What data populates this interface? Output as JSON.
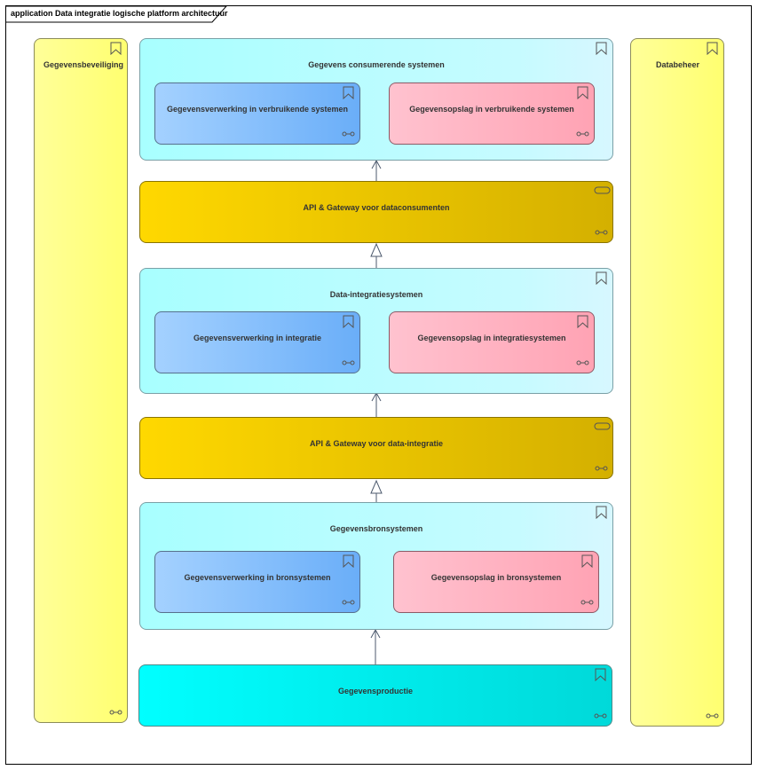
{
  "diagram": {
    "title": "application Data integratie logische platform architectuur"
  },
  "sidebars": {
    "left": "Gegevensbeveiliging",
    "right": "Databeheer"
  },
  "consumer_group": {
    "title": "Gegevens consumerende systemen",
    "processing": "Gegevensverwerking in verbruikende systemen",
    "storage": "Gegevensopslag in verbruikende systemen"
  },
  "api_consumers": "API & Gateway voor dataconsumenten",
  "integration_group": {
    "title": "Data-integratiesystemen",
    "processing": "Gegevensverwerking in integratie",
    "storage": "Gegevensopslag in integratiesystemen"
  },
  "api_integration": "API & Gateway voor data-integratie",
  "source_group": {
    "title": "Gegevensbronsystemen",
    "processing": "Gegevensverwerking in bronsystemen",
    "storage": "Gegevensopslag in bronsystemen"
  },
  "production": "Gegevensproductie",
  "icons": {
    "group": "bookmark-icon",
    "component": "link-icon",
    "interface": "pill-icon"
  },
  "colors": {
    "security": "#ffff99",
    "group": "#b0ffff",
    "processing": "#8cc3ff",
    "storage": "#ffb6c4",
    "api": "#f2ce00",
    "production": "#00f0f0"
  }
}
